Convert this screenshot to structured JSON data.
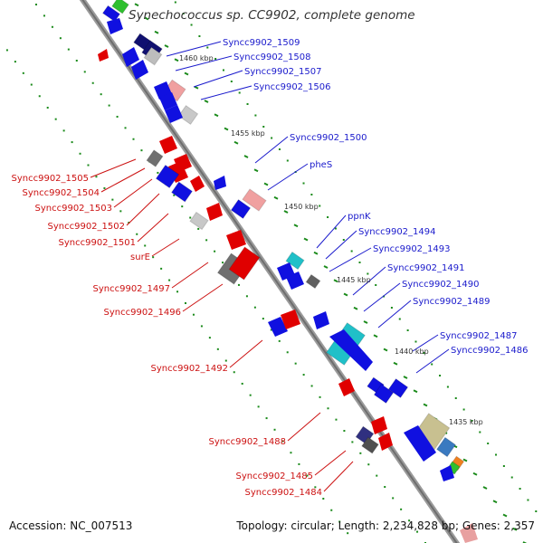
{
  "title": "Synechococcus sp. CC9902, complete genome",
  "footer": {
    "accession": "Accession: NC_007513",
    "topology": "Topology: circular; Length: 2,234,828 bp; Genes: 2,357"
  },
  "colors": {
    "forward_strand": "#1010e0",
    "reverse_strand": "#e00000",
    "rna_gene": "#20c0c8",
    "pseudo_gene": "#b0b0b0",
    "backbone": "#808080",
    "dots": "#1a8a1a",
    "label_forward": "#1a1acc",
    "label_reverse": "#cc1111"
  },
  "position_ticks": [
    "1460 kbp",
    "1455 kbp",
    "1450 kbp",
    "1445 kbp",
    "1440 kbp",
    "1435 kbp"
  ],
  "gene_labels_forward": [
    "Syncc9902_1509",
    "Syncc9902_1508",
    "Syncc9902_1507",
    "Syncc9902_1506",
    "Syncc9902_1500",
    "pheS",
    "ppnK",
    "Syncc9902_1494",
    "Syncc9902_1493",
    "Syncc9902_1491",
    "Syncc9902_1490",
    "Syncc9902_1489",
    "Syncc9902_1487",
    "Syncc9902_1486"
  ],
  "gene_labels_reverse": [
    "Syncc9902_1505",
    "Syncc9902_1504",
    "Syncc9902_1503",
    "Syncc9902_1502",
    "Syncc9902_1501",
    "surE",
    "Syncc9902_1497",
    "Syncc9902_1496",
    "Syncc9902_1492",
    "Syncc9902_1488",
    "Syncc9902_1485",
    "Syncc9902_1484"
  ]
}
